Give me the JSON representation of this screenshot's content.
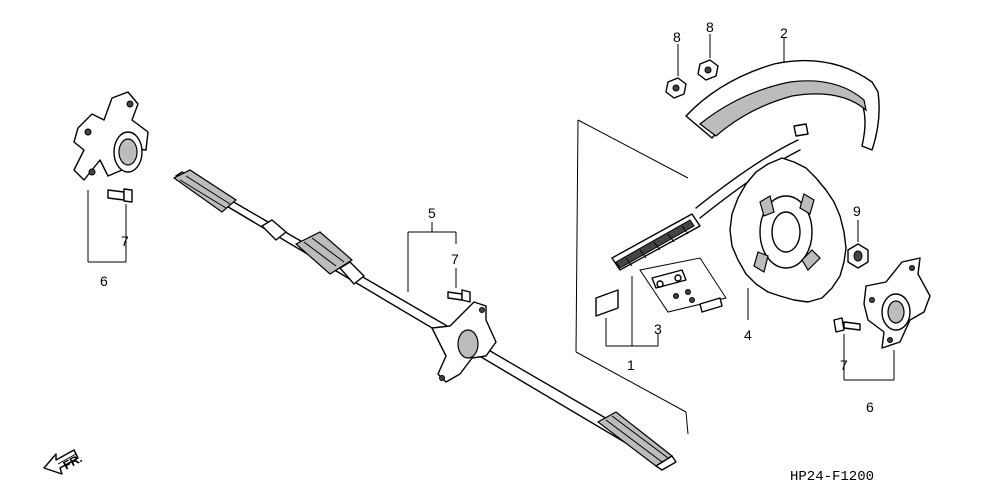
{
  "diagram": {
    "callouts": {
      "c1": "1",
      "c2": "2",
      "c3": "3",
      "c4": "4",
      "c5": "5",
      "c6_left": "6",
      "c6_right": "6",
      "c7_left": "7",
      "c7_mid": "7",
      "c7_right": "7",
      "c8_a": "8",
      "c8_b": "8",
      "c9": "9"
    },
    "front_marker": "FR.",
    "figure_code": "HP24-F1200"
  }
}
